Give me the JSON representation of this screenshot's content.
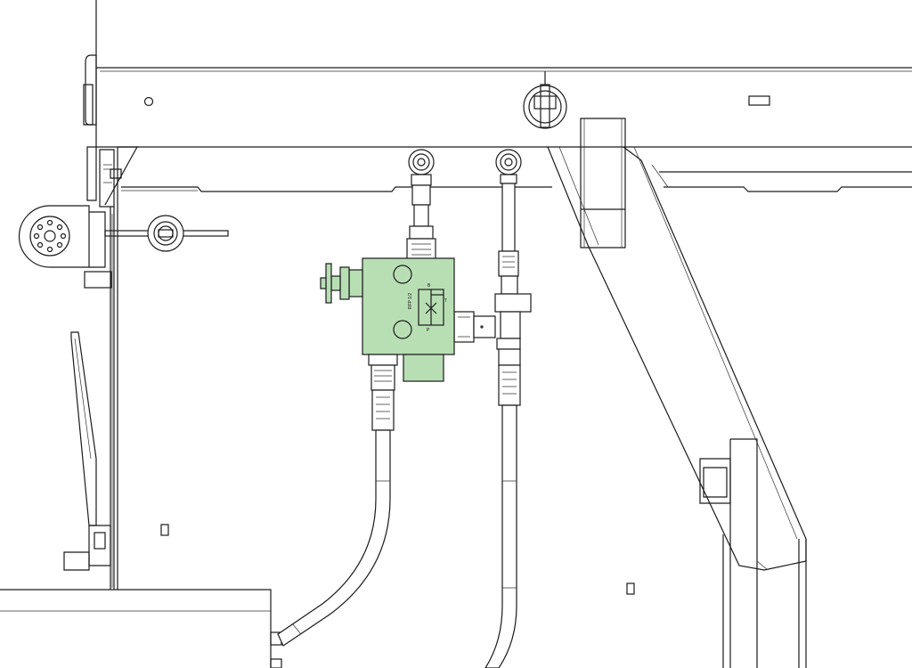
{
  "drawing": {
    "valve_label": "RFP 1/2",
    "port_b": "B",
    "port_p": "P",
    "port_t": "T",
    "colors": {
      "valve_block": "#b8dfb4",
      "line": "#1a1a1a",
      "background": "#ffffff"
    }
  }
}
